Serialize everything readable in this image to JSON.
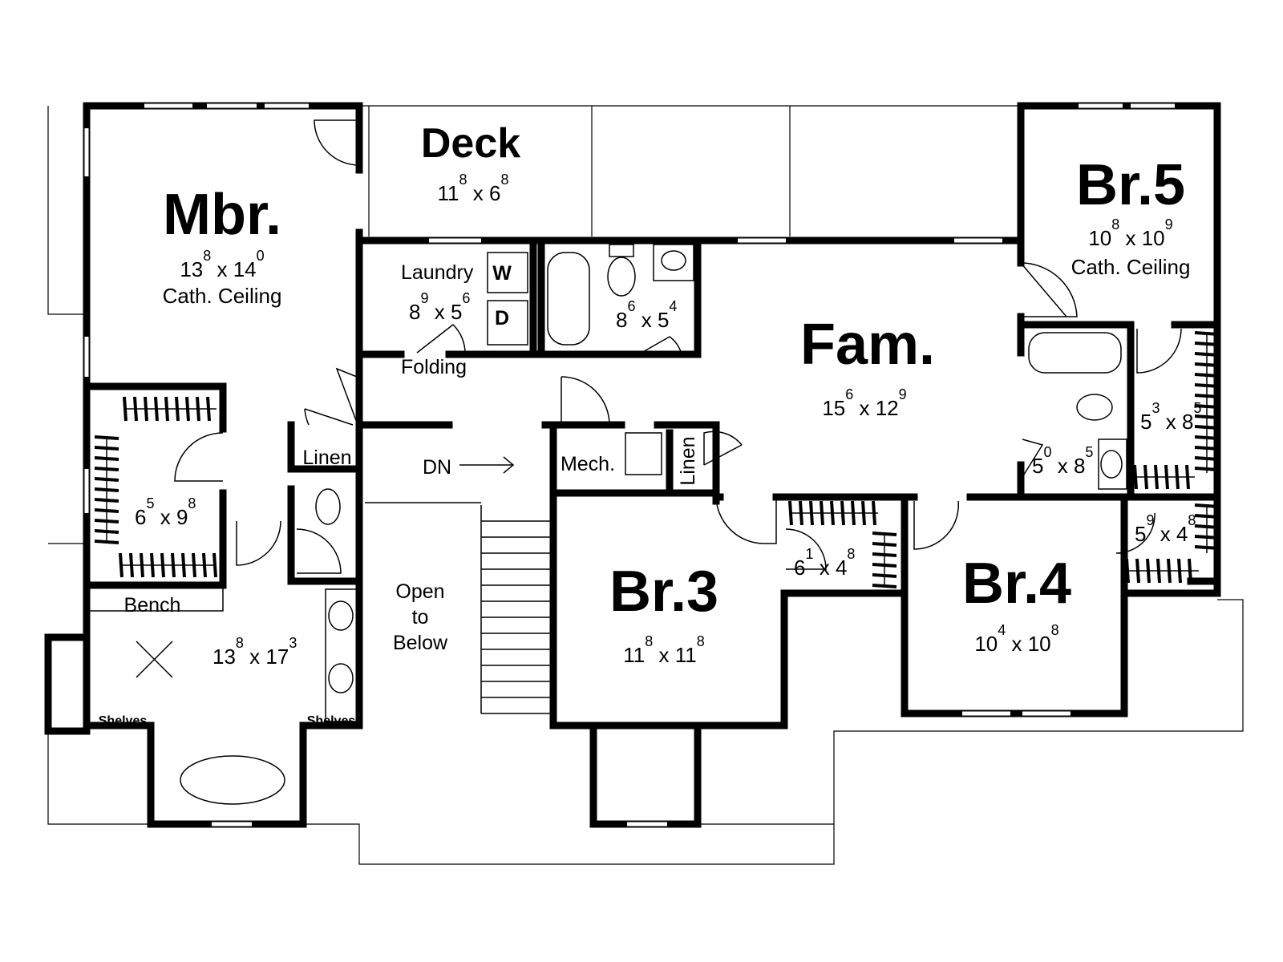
{
  "rooms": {
    "mbr": {
      "name": "Mbr.",
      "dim": {
        "a": "13",
        "ai": "8",
        "b": "14",
        "bi": "0"
      },
      "note": "Cath. Ceiling"
    },
    "deck": {
      "name": "Deck",
      "dim": {
        "a": "11",
        "ai": "8",
        "b": "6",
        "bi": "8"
      }
    },
    "laundry": {
      "name": "Laundry",
      "dim": {
        "a": "8",
        "ai": "9",
        "b": "5",
        "bi": "6"
      },
      "washer": "W",
      "dryer": "D",
      "folding": "Folding"
    },
    "hall_bath": {
      "dim": {
        "a": "8",
        "ai": "6",
        "b": "5",
        "bi": "4"
      }
    },
    "fam": {
      "name": "Fam.",
      "dim": {
        "a": "15",
        "ai": "6",
        "b": "12",
        "bi": "9"
      }
    },
    "br5": {
      "name": "Br.5",
      "dim": {
        "a": "10",
        "ai": "8",
        "b": "10",
        "bi": "9"
      },
      "note": "Cath. Ceiling"
    },
    "br5_closet": {
      "dim": {
        "a": "5",
        "ai": "3",
        "b": "8",
        "bi": "5"
      }
    },
    "bath2": {
      "dim": {
        "a": "5",
        "ai": "0",
        "b": "8",
        "bi": "5"
      }
    },
    "br4_closet": {
      "dim": {
        "a": "5",
        "ai": "9",
        "b": "4",
        "bi": "8"
      }
    },
    "br4": {
      "name": "Br.4",
      "dim": {
        "a": "10",
        "ai": "4",
        "b": "10",
        "bi": "8"
      }
    },
    "br3_closet": {
      "dim": {
        "a": "6",
        "ai": "1",
        "b": "4",
        "bi": "8"
      }
    },
    "br3": {
      "name": "Br.3",
      "dim": {
        "a": "11",
        "ai": "8",
        "b": "11",
        "bi": "8"
      }
    },
    "mbr_closet": {
      "dim": {
        "a": "6",
        "ai": "5",
        "b": "9",
        "bi": "8"
      }
    },
    "mbath": {
      "dim": {
        "a": "13",
        "ai": "8",
        "b": "17",
        "bi": "3"
      },
      "bench": "Bench",
      "shelves_left": "Shelves",
      "shelves_right": "Shelves"
    },
    "mech": {
      "name": "Mech."
    },
    "linen1": {
      "name": "Linen"
    },
    "linen2": {
      "name": "Linen"
    },
    "stair": {
      "dn": "DN"
    },
    "open": {
      "line1": "Open",
      "line2": "to",
      "line3": "Below"
    }
  }
}
